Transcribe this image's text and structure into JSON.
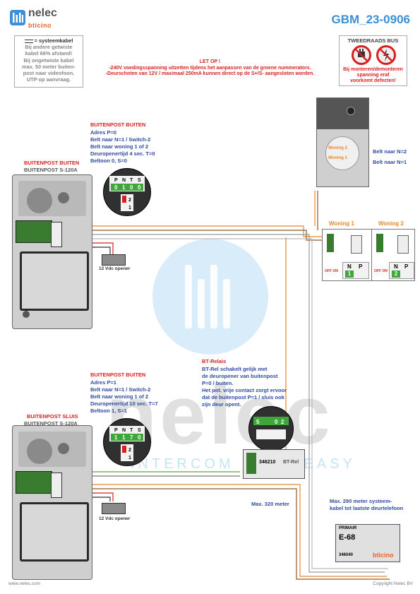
{
  "logo": {
    "name": "nelec",
    "brand": "bticino"
  },
  "doc_code": "GBM_23-0906",
  "cable_note": {
    "legend": "= systeemkabel",
    "lines": [
      "Bij andere getwiste",
      "kabel 66% afstand!",
      "Bij ongetwiste kabel",
      "max. 50 meter buiten-",
      "post naar videofoon.",
      "UTP op aanvraag."
    ]
  },
  "warning": {
    "title": "LET OP !",
    "line1": "-240V voedingsspanning uitzetten tijdens het aanpassen van de groene nummerators.",
    "line2": "-Deurschoten van 12V / maximaal 250mA kunnen direct op de S+/S- aangesloten worden."
  },
  "bus_box": {
    "title": "TWEEDRAADS BUS",
    "text": [
      "Bij monteren/demonteren",
      "spanning eraf",
      "voorkomt defecten!"
    ]
  },
  "post_top": {
    "heading": "BUITENPOST BUITEN",
    "lines": [
      "Adres P=0",
      "Belt naar N=1 / Switch-2",
      "Belt naar woning 1 of 2",
      "Deuropenertijd 4 sec. T=0",
      "Beltoon 0, S=0"
    ],
    "label1": "BUITENPOST BUITEN",
    "label2": "BUITENPOST S-120A",
    "opener": "12 Vdc opener",
    "config_labels": [
      "P",
      "N",
      "T",
      "S"
    ],
    "config_values": [
      "0",
      "1",
      "0",
      "0"
    ],
    "switch": [
      "2",
      "1"
    ]
  },
  "post_bottom": {
    "heading": "BUITENPOST BUITEN",
    "lines": [
      "Adres P=1",
      "Belt naar N=1 / Switch-2",
      "Belt naar woning 1 of 2",
      "Deuropenertijd 10 sec. T=7",
      "Beltoon 1, S=1"
    ],
    "label1": "BUITENPOST SLUIS",
    "label2": "BUITENPOST S-120A",
    "opener": "12 Vdc opener",
    "config_labels": [
      "P",
      "N",
      "T",
      "S"
    ],
    "config_values": [
      "1",
      "1",
      "7",
      "0"
    ],
    "switch": [
      "2",
      "1"
    ]
  },
  "relay": {
    "heading": "BT-Relais",
    "lines": [
      "BT-Rel schakelt gelijk met",
      "de deuropener van buitenpost",
      "P=0 / buiten.",
      "Het pot. vrije contact zorgt ervoor",
      "dat de buitenpost P=1 / sluis ook",
      "zijn deur opent."
    ],
    "code": "346210",
    "tag": "BT-Rel",
    "config": [
      "5",
      "0",
      "2"
    ]
  },
  "doorphone": {
    "btn_top": "Woning 2",
    "btn_bottom": "Woning 1",
    "label_n2": "Belt naar N=2",
    "label_n1": "Belt naar N=1"
  },
  "woning1": {
    "title": "Woning 1",
    "off_on": "OFF ON",
    "n_label": "N",
    "p_label": "P",
    "n_value": "1"
  },
  "woning2": {
    "title": "Woning 2",
    "off_on": "OFF ON",
    "n_label": "N",
    "p_label": "P",
    "n_value": "2"
  },
  "max_320": "Max. 320 meter",
  "max_290": [
    "Max. 290 meter systeem-",
    "kabel tot laatste deurtelefoon"
  ],
  "psu": {
    "title": "PRIMAIR",
    "model": "E-68",
    "code": "346040",
    "brand": "bticino"
  },
  "watermark": {
    "brand": "nelec",
    "tagline": "INTERCOM MADE EASY"
  },
  "footer": {
    "left": "www.nelec.com",
    "right": "Copyright Nelec BV"
  },
  "colors": {
    "accent": "#3a8fd6",
    "warning": "#d8211f",
    "text_blue": "#2f4ba3",
    "wire_orange": "#e8862a",
    "wire_brown": "#8a5a2b"
  }
}
